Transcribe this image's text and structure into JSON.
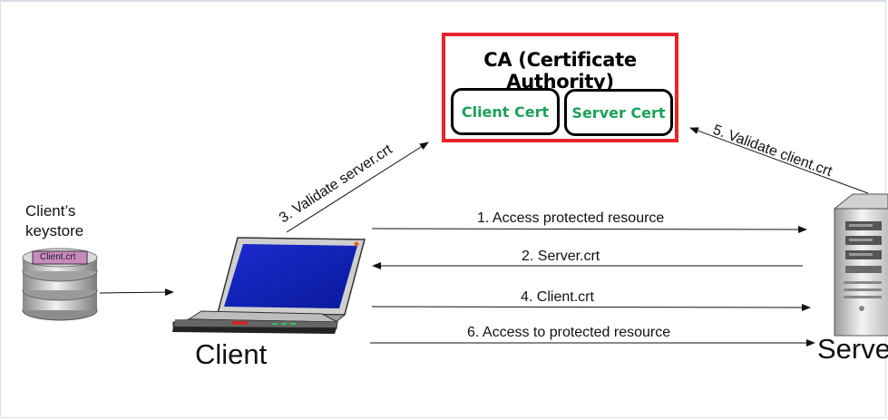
{
  "ca": {
    "title": "CA (Certificate Authority)",
    "client_cert": "Client Cert",
    "server_cert": "Server Cert"
  },
  "keystore": {
    "title_line1": "Client’s",
    "title_line2": "keystore",
    "file_label": "Client.crt"
  },
  "client_label": "Client",
  "server_label": "Server",
  "steps": {
    "step1": "1.  Access protected resource",
    "step2": "2. Server.crt",
    "step3": "3. Validate server.crt",
    "step4": "4. Client.crt",
    "step5": "5. Validate client.crt",
    "step6": "6. Access to protected resource"
  },
  "colors": {
    "ca_border": "#e8242b",
    "cert_text": "#1aa15a"
  }
}
